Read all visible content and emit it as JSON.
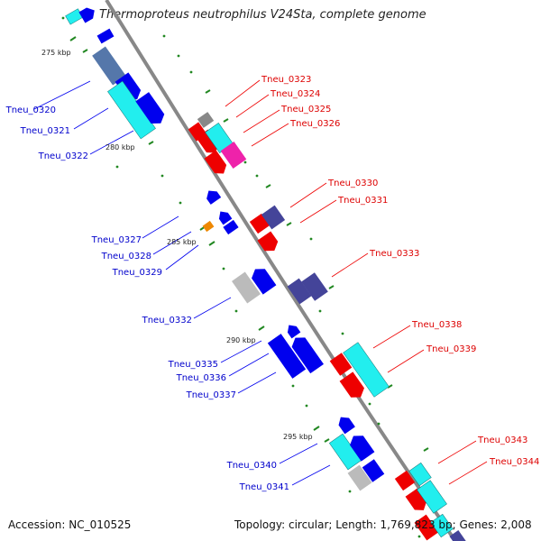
{
  "title": "Thermoproteus neutrophilus V24Sta, complete genome",
  "footer": {
    "accession": "Accession: NC_010525",
    "summary": "Topology: circular; Length: 1,769,823 bp; Genes: 2,008"
  },
  "colors": {
    "blue": "#0000ee",
    "red": "#ee0000",
    "cyan": "#22eeee",
    "magenta": "#ee22aa",
    "gray": "#bbbbbb",
    "steel": "#5577aa",
    "navy": "#444499",
    "orange": "#ee8800",
    "label_blue": "#0000cc",
    "label_red": "#dd0000",
    "ruler_tick": "#228822",
    "backbone": "#888888"
  },
  "ruler_labels": [
    "275 kbp",
    "280 kbp",
    "285 kbp",
    "290 kbp",
    "295 kbp"
  ],
  "left_labels": [
    "Tneu_0320",
    "Tneu_0321",
    "Tneu_0322",
    "Tneu_0327",
    "Tneu_0328",
    "Tneu_0329",
    "Tneu_0332",
    "Tneu_0335",
    "Tneu_0336",
    "Tneu_0337",
    "Tneu_0340",
    "Tneu_0341"
  ],
  "right_labels": [
    "Tneu_0323",
    "Tneu_0324",
    "Tneu_0325",
    "Tneu_0326",
    "Tneu_0330",
    "Tneu_0331",
    "Tneu_0333",
    "Tneu_0338",
    "Tneu_0339",
    "Tneu_0343",
    "Tneu_0344"
  ]
}
